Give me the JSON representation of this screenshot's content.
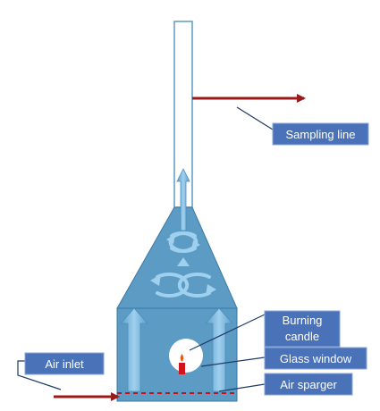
{
  "labels": {
    "sampling_line": "Sampling line",
    "burning_candle_line1": "Burning",
    "burning_candle_line2": "candle",
    "glass_window": "Glass window",
    "air_inlet": "Air inlet",
    "air_sparger": "Air sparger"
  },
  "colors": {
    "chamber_fill": "#5b9bc4",
    "chamber_edge": "#3a7aa3",
    "flow_arrow": "#79b8de",
    "pipe_arrow": "#9b1b1b",
    "label_box": "#4a72b8",
    "label_border": "#8aa6d8",
    "leader_line": "#1f3a66",
    "candle": "#d0141b"
  }
}
